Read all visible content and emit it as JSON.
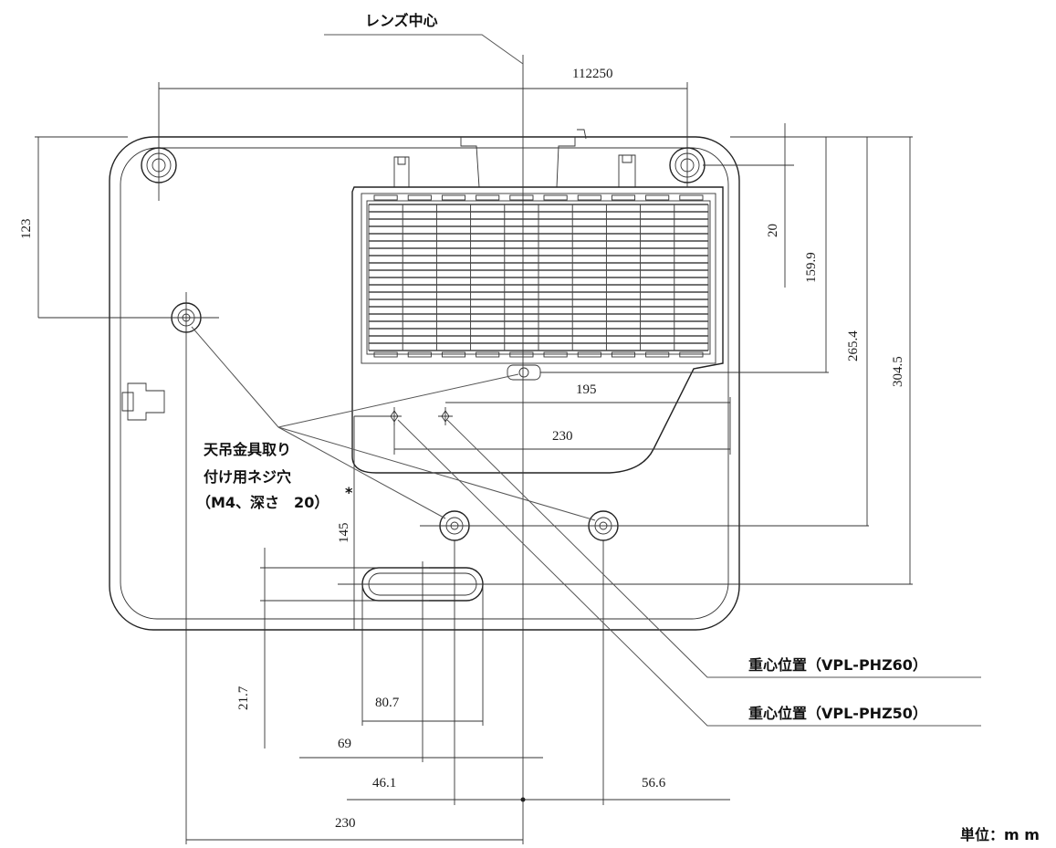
{
  "labels": {
    "lens_center": "レンズ中心",
    "mount_hole_line1": "天吊金具取り",
    "mount_hole_line2": "付け用ネジ穴",
    "mount_hole_line3": "（M4、深さ　20）",
    "cog_phz60": "重心位置（VPL-PHZ60）",
    "cog_phz50": "重心位置（VPL-PHZ50）",
    "unit": "単位：m m"
  },
  "dimensions": {
    "top_width": "112250",
    "left_123": "123",
    "right_20": "20",
    "right_159_9": "159.9",
    "right_265_4": "265.4",
    "right_304_5": "304.5",
    "mid_195": "195",
    "mid_230": "230",
    "mid_145": "145",
    "low_21_7": "21.7",
    "low_80_7": "80.7",
    "low_69": "69",
    "low_46_1": "46.1",
    "low_56_6": "56.6",
    "bottom_230": "230"
  }
}
